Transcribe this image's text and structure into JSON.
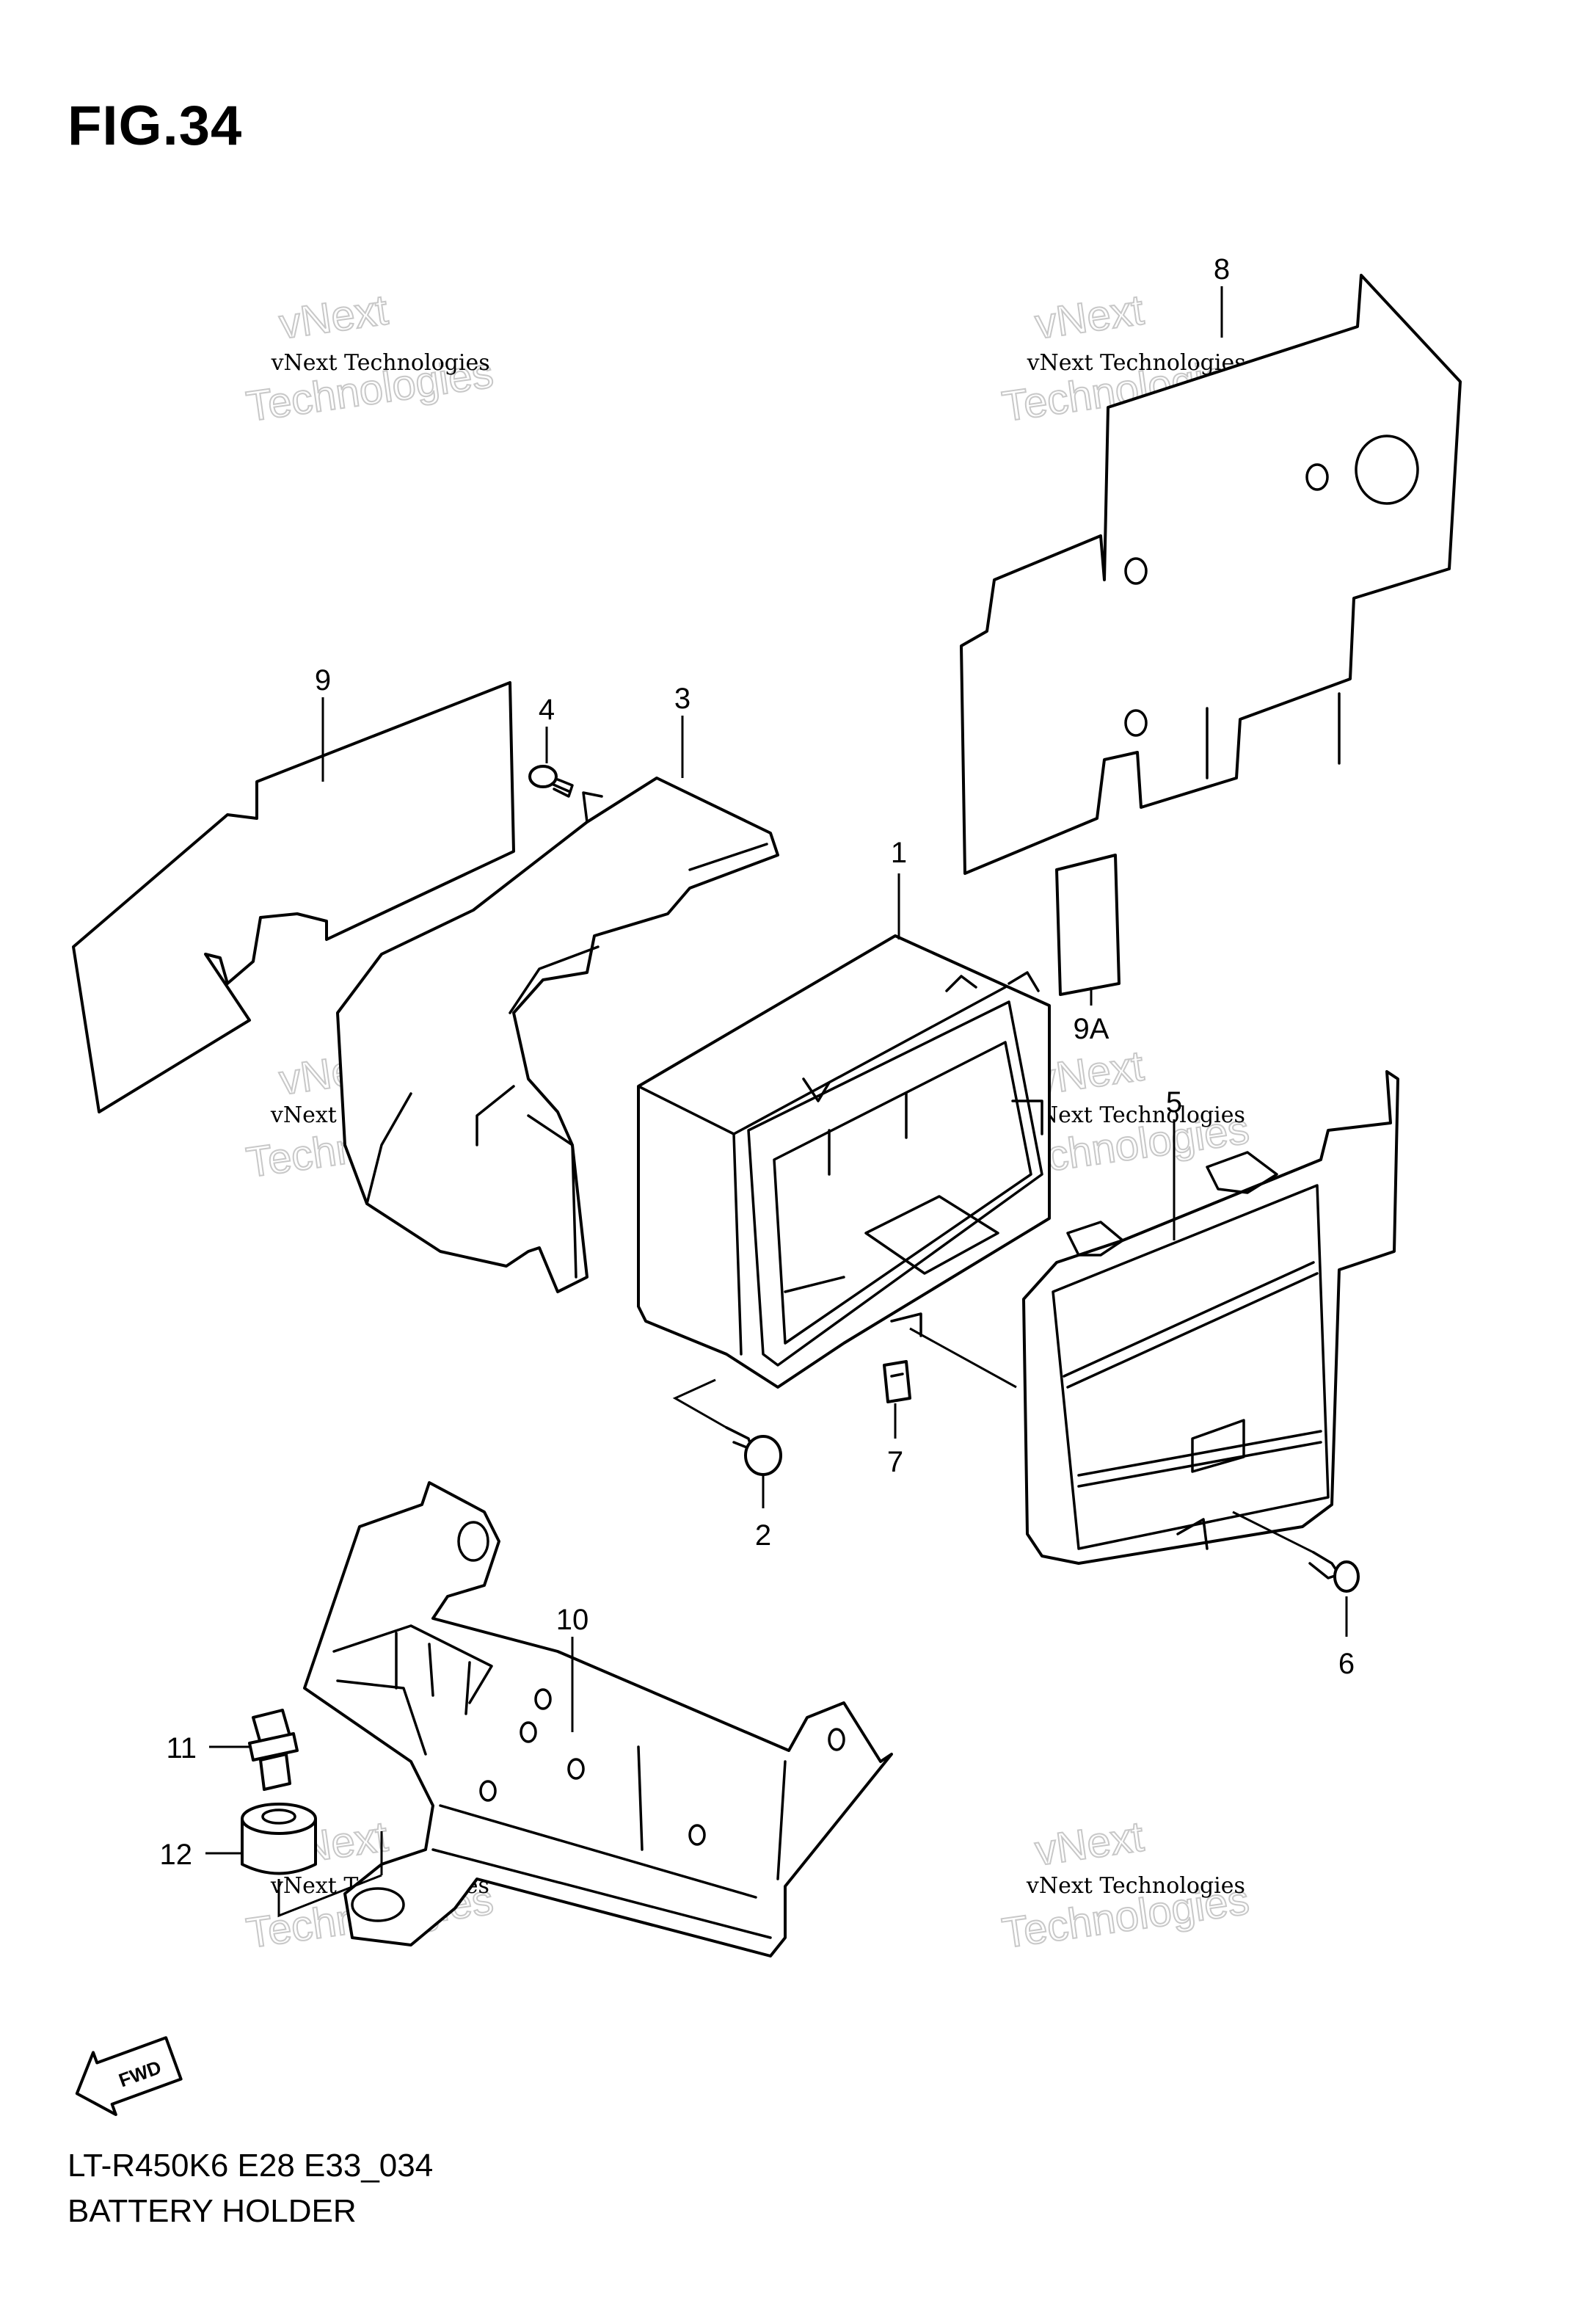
{
  "figure": {
    "title": "FIG.34"
  },
  "footer": {
    "code": "LT-R450K6 E28 E33_034",
    "name": "BATTERY HOLDER"
  },
  "watermark": {
    "line1": "vNext Technologies",
    "line2": "vNext",
    "line3": "Technologies"
  },
  "fwd_label": "FWD",
  "callouts": {
    "p1": "1",
    "p2": "2",
    "p3": "3",
    "p4": "4",
    "p5": "5",
    "p6": "6",
    "p7": "7",
    "p8": "8",
    "p9": "9",
    "p9a": "9A",
    "p10": "10",
    "p11": "11",
    "p12": "12"
  }
}
